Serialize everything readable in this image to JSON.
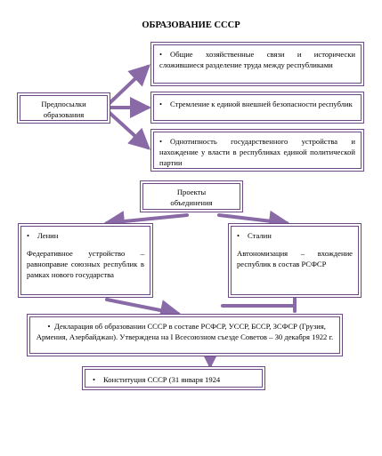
{
  "title": "ОБРАЗОВАНИЕ СССР",
  "prerequisites": {
    "label_line1": "Предпосылки",
    "label_line2": "образования"
  },
  "reasons": [
    {
      "text": "Общие хозяйственные связи и исторически сложившиеся разделение труда между республиками"
    },
    {
      "text": "Стремление к единой внешней безопасности республик"
    },
    {
      "text": "Однотипность государственного устройства и нахождение у власти в республиках единой политической партии"
    }
  ],
  "projects": {
    "label_line1": "Проекты",
    "label_line2": "объединения"
  },
  "lenin": {
    "name": "Ленин",
    "text": "Федеративное устройство – равноправие союзных республик в рамках нового государства"
  },
  "stalin": {
    "name": "Сталин",
    "text": "Автономизация – вхождение республик в состав РСФСР"
  },
  "declaration": {
    "text": "Декларация об образовании СССР в составе РСФСР, УССР, БССР, ЗСФСР (Грузия, Армения, Азербайджан). Утверждена на I Всесоюзном съезде Советов – 30 декабря 1922 г."
  },
  "constitution": {
    "text": "Конституция СССР (31 января 1924"
  },
  "colors": {
    "accent": "#6b4a86",
    "arrow": "#7a5a96"
  }
}
